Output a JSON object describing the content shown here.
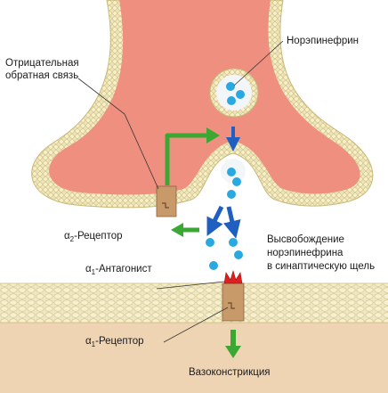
{
  "labels": {
    "negative_feedback_line1": "Отрицательная",
    "negative_feedback_line2": "обратная связь",
    "norepinephrine": "Норэпинефрин",
    "alpha2_prefix": "α",
    "alpha2_sub": "2",
    "alpha2_suffix": "-Рецептор",
    "release_line1": "Высвобождение",
    "release_line2": "норэпинефрина",
    "release_line3": "в синаптическую щель",
    "alpha1_antagonist_prefix": "α",
    "alpha1_antagonist_sub": "1",
    "alpha1_antagonist_suffix": "-Антагонист",
    "alpha1_receptor_prefix": "α",
    "alpha1_receptor_sub": "1",
    "alpha1_receptor_suffix": "-Рецептор",
    "vasoconstriction": "Вазоконстрикция"
  },
  "colors": {
    "presynaptic_fill": "#ef8f7f",
    "membrane_bead": "#f6ecbe",
    "membrane_stroke": "#c8b877",
    "postsynaptic_fill": "#efd4b4",
    "receptor": "#c89a6a",
    "neurotransmitter": "#2aa8e0",
    "arrow_blue": "#1f5fc0",
    "arrow_green": "#3aa832",
    "antagonist": "#e02020"
  }
}
